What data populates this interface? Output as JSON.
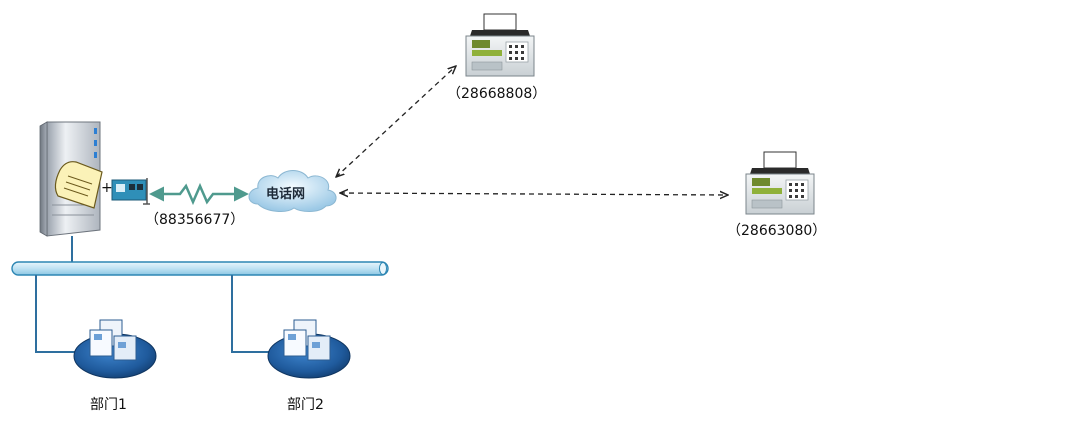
{
  "diagram": {
    "server_phone": "（88356677）",
    "cloud_label": "电话网",
    "fax_top_number": "（28668808）",
    "fax_right_number": "（28663080）",
    "dept1_label": "部门1",
    "dept2_label": "部门2",
    "plus_symbol": "+"
  },
  "icons": {
    "server": "server-tower-icon",
    "document": "paper-document-icon",
    "modem_card": "modem-card-icon",
    "link": "zigzag-link-icon",
    "cloud": "cloud-icon",
    "fax": "fax-machine-icon",
    "department": "department-node-icon"
  },
  "colors": {
    "bus_fill": "#bfe2f3",
    "bus_stroke": "#2d86b3",
    "connector": "#2e6f9f",
    "dashed_link": "#222222",
    "zigzag": "#4f9a8e",
    "dept_disc": "#1f5a9c"
  }
}
